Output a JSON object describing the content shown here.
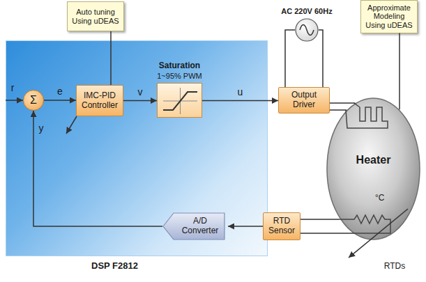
{
  "diagram": {
    "nodes": [
      {
        "text": [
          "Auto tuning Using uDEAS"
        ]
      },
      {
        "text": [
          "Approximate Modeling Using uDEAS"
        ]
      },
      {
        "text": [
          "AC 220V 60Hz"
        ]
      },
      {
        "text": [
          "DSP F2812"
        ]
      },
      {
        "text": [
          "Σ"
        ],
        "in": 3
      },
      {
        "text": [
          "IMC-PID Controller"
        ],
        "in": 3
      },
      {
        "text": [
          "Saturation",
          "1~95% PWM"
        ],
        "in": 3
      },
      {
        "text": [
          "A/D Converter"
        ],
        "in": 3
      },
      {
        "text": [
          "Output Driver"
        ]
      },
      {
        "text": [
          "Heater",
          "°C"
        ]
      },
      {
        "text": [
          "RTD Sensor"
        ]
      }
    ],
    "edges": [
      {
        "from": 4,
        "to": 5,
        "arrow": "to",
        "label": "e"
      },
      {
        "from": 5,
        "to": 6,
        "arrow": "to",
        "label": "v"
      },
      {
        "from": 6,
        "to": 8,
        "arrow": "to",
        "label": "u"
      },
      {
        "from": 2,
        "to": 8,
        "arrow": "none"
      },
      {
        "from": 2,
        "to": 8,
        "arrow": "none"
      },
      {
        "from": 8,
        "to": 9,
        "arrow": "none"
      },
      {
        "from": 8,
        "to": 9,
        "arrow": "none"
      },
      {
        "from": 9,
        "to": 10,
        "arrow": "none"
      },
      {
        "from": 9,
        "to": 10,
        "arrow": "none"
      },
      {
        "from": 10,
        "to": 7,
        "arrow": "to"
      },
      {
        "from": 7,
        "to": 4,
        "arrow": "to",
        "label": "y"
      },
      {
        "from": 0,
        "to": 5,
        "arrow": "none"
      },
      {
        "from": 1,
        "to": 9,
        "arrow": "none"
      }
    ],
    "labels": [
      "r",
      "RTDs"
    ]
  }
}
